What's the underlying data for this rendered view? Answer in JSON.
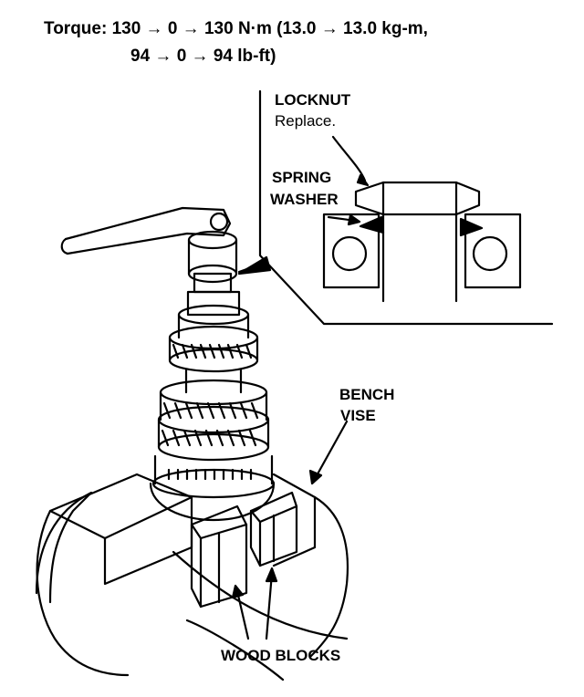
{
  "torque": {
    "line1": "Torque: 130 → 0 → 130 N·m (13.0 → 13.0 kg-m,",
    "line2": "94 → 0 → 94 lb-ft)"
  },
  "labels": {
    "locknut": "LOCKNUT",
    "replace": "Replace.",
    "spring": "SPRING",
    "washer": "WASHER",
    "bench": "BENCH",
    "vise": "VISE",
    "wood_blocks": "WOOD BLOCKS"
  }
}
